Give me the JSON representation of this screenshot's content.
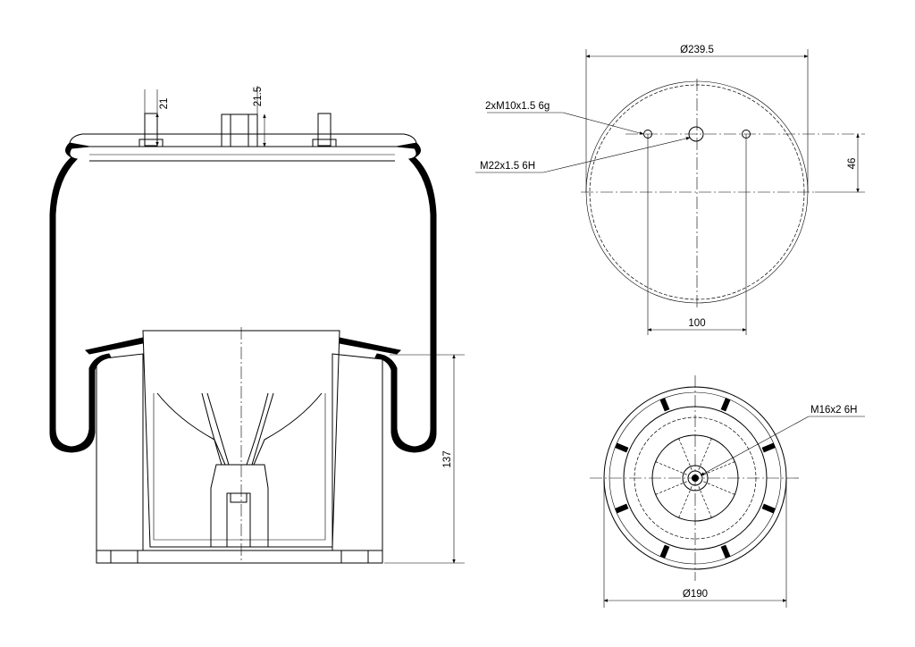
{
  "dimensions": {
    "stud_height": "21",
    "nipple_height": "21.5",
    "piston_height": "137",
    "top_diameter": "Ø239.5",
    "stud_spacing": "100",
    "offset": "46",
    "bottom_diameter": "Ø190"
  },
  "callouts": {
    "studs": "2xM10x1.5 6g",
    "air_port": "M22x1.5 6H",
    "bottom_thread": "M16x2 6H"
  },
  "colors": {
    "line": "#000000",
    "background": "#ffffff"
  }
}
